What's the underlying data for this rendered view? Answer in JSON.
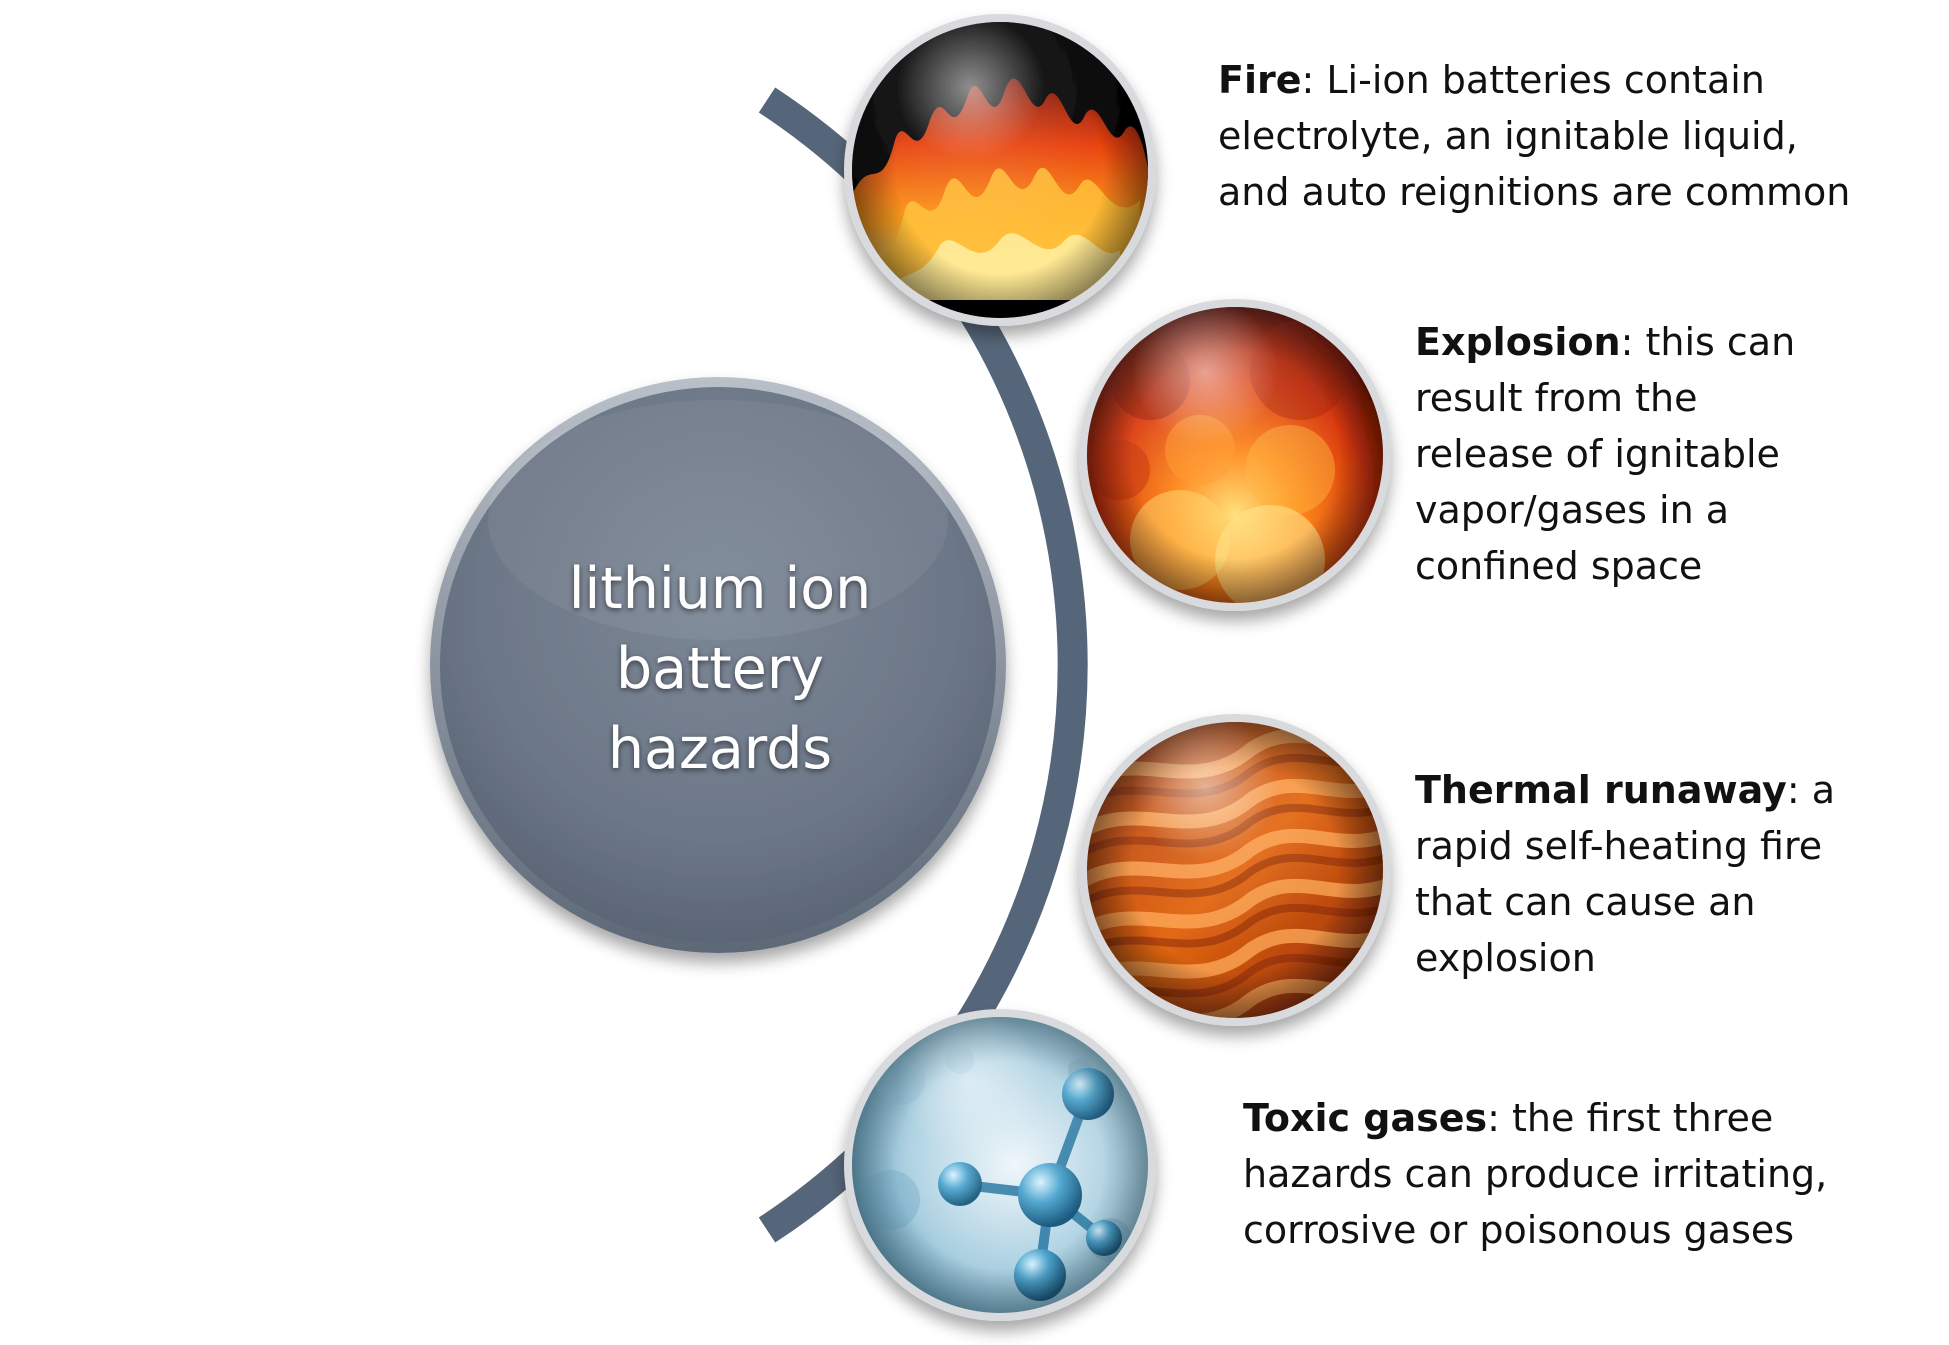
{
  "hub": {
    "lines": [
      "lithium ion",
      "battery",
      "hazards"
    ]
  },
  "hazards": [
    {
      "term": "Fire",
      "description": ": Li-ion batteries contain electrolyte, an ignitable liquid, and auto reignitions are common",
      "icon": "flames-icon"
    },
    {
      "term": "Explosion",
      "description": ": this can result from the release of ignitable vapor/gases in a confined space",
      "icon": "explosion-icon"
    },
    {
      "term": "Thermal runaway",
      "description": ": a rapid self-heating fire that can cause an explosion",
      "icon": "heat-waves-icon"
    },
    {
      "term": "Toxic gases",
      "description": ": the first three hazards can produce irritating, corrosive or poisonous gases",
      "icon": "molecule-icon"
    }
  ],
  "colors": {
    "hub_fill": "#6f7a89",
    "hub_edge": "#9aa3af",
    "arc": "#56667a",
    "text": "#111111"
  }
}
